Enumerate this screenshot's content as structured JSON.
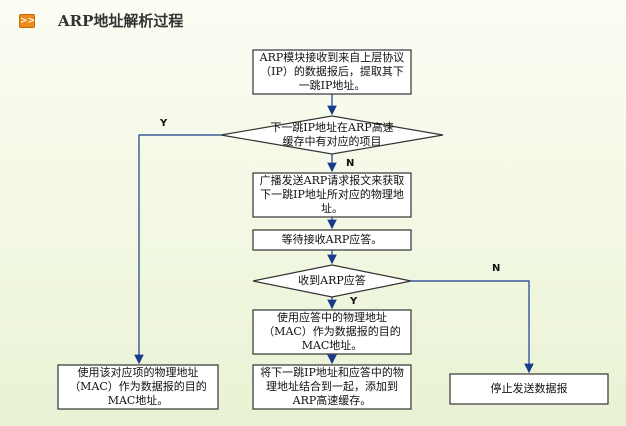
{
  "header": {
    "icon": ">>",
    "title": "ARP地址解析过程"
  },
  "diagram": {
    "step_receive": "ARP模块接收到来自上层协议（IP）的数据报后，提取其下一跳IP地址。",
    "decision_cache": "下一跳IP地址在ARP高速缓存中有对应的项目",
    "step_broadcast": "广播发送ARP请求报文来获取下一跳IP地址所对应的物理地址。",
    "step_wait": "等待接收ARP应答。",
    "decision_reply": "收到ARP应答",
    "step_use_reply": "使用应答中的物理地址（MAC）作为数据报的目的MAC地址。",
    "step_use_cache": "使用该对应项的物理地址（MAC）作为数据报的目的MAC地址。",
    "step_store": "将下一跳IP地址和应答中的物理地址结合到一起，添加到ARP高速缓存。",
    "step_stop": "停止发送数据报",
    "label_y_cache": "Y",
    "label_n_cache": "N",
    "label_y_reply": "Y",
    "label_n_reply": "N"
  },
  "colors": {
    "box_fill": "#ffffff",
    "box_stroke": "#333333",
    "arrow": "#1a3a8c"
  }
}
